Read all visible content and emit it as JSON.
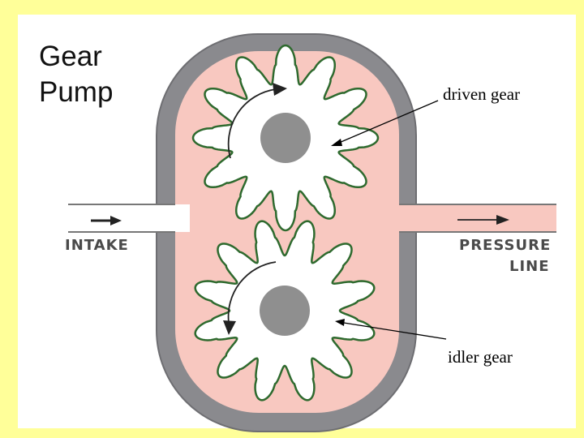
{
  "slide": {
    "title_line1": "Gear",
    "title_line2": "Pump",
    "background_color": "#ffff99"
  },
  "labels": {
    "driven_gear": "driven gear",
    "idler_gear": "idler gear",
    "intake": "INTAKE",
    "pressure_line1": "PRESSURE",
    "pressure_line2": "LINE"
  },
  "colors": {
    "casing": "#8a8a8e",
    "pressure_fluid": "#f8c8c0",
    "gear_fill": "#ffffff",
    "gear_outline": "#2e6a2e",
    "hub": "#8f8f8f"
  },
  "icons": [
    "flow-arrow-icon",
    "rotation-arrow-icon"
  ]
}
